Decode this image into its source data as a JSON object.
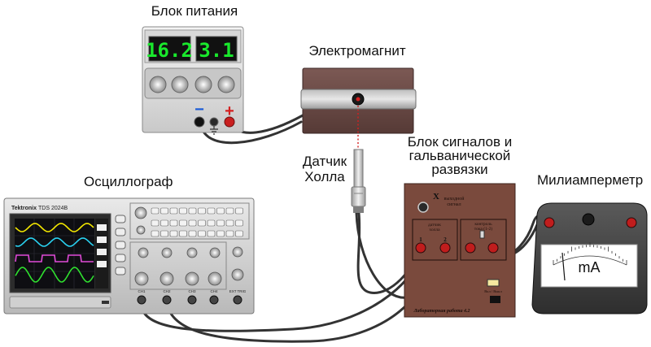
{
  "labels": {
    "power_supply": "Блок питания",
    "electromagnet": "Электромагнит",
    "hall_sensor_line1": "Датчик",
    "hall_sensor_line2": "Холла",
    "signal_block_line1": "Блок сигналов и",
    "signal_block_line2": "гальванической",
    "signal_block_line3": "развязки",
    "oscilloscope": "Осциллограф",
    "milliammeter": "Милиамперметр"
  },
  "power_supply": {
    "display_voltage": "16.2",
    "display_current": "3.1",
    "minus_sign": "−",
    "plus_sign": "+",
    "display_color": "#19e82c",
    "body_color": "#e6e6e6"
  },
  "oscilloscope": {
    "brand": "Tektronix",
    "model": "TDS 2024B",
    "channels": [
      "CH1",
      "CH2",
      "CH3",
      "CH4",
      "EXT TRIG"
    ],
    "trace_colors": [
      "#f2e600",
      "#2ad3f2",
      "#e04ad8",
      "#2fe02f"
    ]
  },
  "signal_block": {
    "x_label": "X",
    "output_label_line1": "выходной",
    "output_label_line2": "сигнал",
    "hall_sensor_label_line1": "датчик",
    "hall_sensor_label_line2": "холла",
    "current_control_label_line1": "контроль",
    "current_control_label_line2": "тока (1-2)",
    "terminal_1": "1",
    "terminal_2": "2",
    "power_label": "Вкл / Выкл",
    "footer": "Лабораторная работа 4.2",
    "body_color": "#7a4a3d"
  },
  "milliammeter": {
    "unit": "mA"
  },
  "colors": {
    "cable": "#333333",
    "electromagnet_body": "#6b4c47",
    "terminal_red": "#d42020",
    "terminal_black": "#111111",
    "field_line": "#d42020"
  }
}
